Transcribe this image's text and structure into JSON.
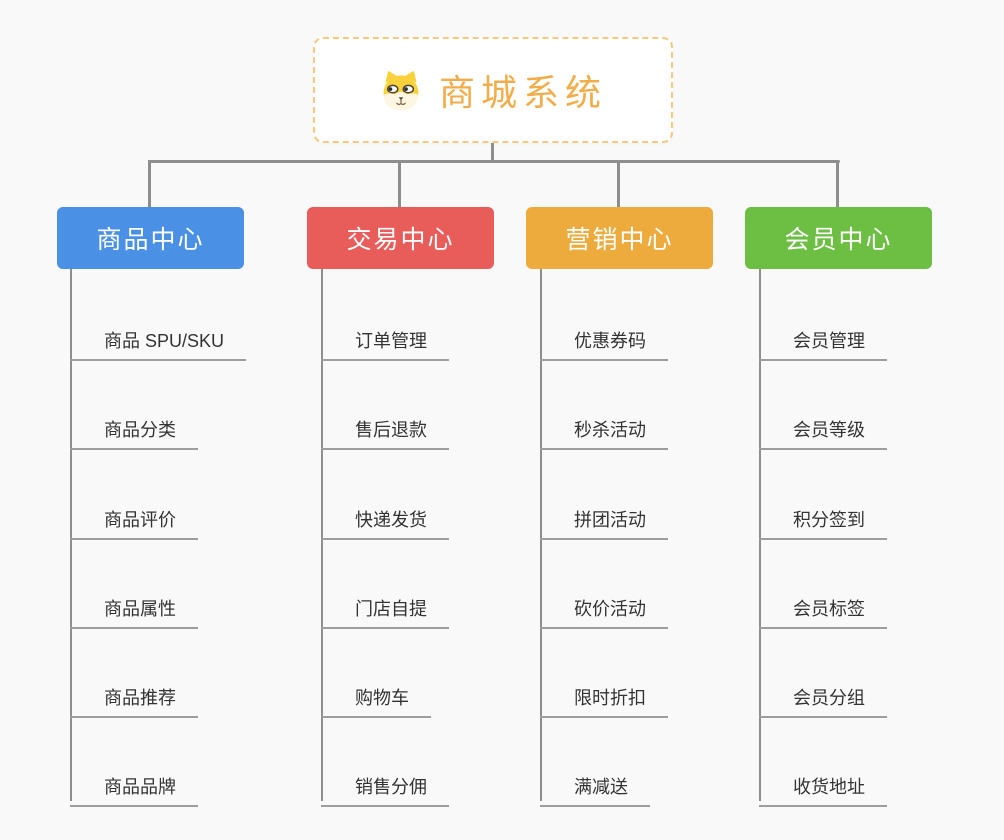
{
  "root": {
    "title": "商城系统",
    "icon": "dog-face-icon",
    "text_color": "#f2ad4a",
    "border_color": "#f6c97e"
  },
  "connector_color": "#8e8e8e",
  "background_color": "#f9f9f9",
  "branches": [
    {
      "label": "商品中心",
      "color": "#4a90e4",
      "items": [
        {
          "label": "商品 SPU/SKU"
        },
        {
          "label": "商品分类"
        },
        {
          "label": "商品评价"
        },
        {
          "label": "商品属性"
        },
        {
          "label": "商品推荐"
        },
        {
          "label": "商品品牌"
        }
      ]
    },
    {
      "label": "交易中心",
      "color": "#e85c5a",
      "items": [
        {
          "label": "订单管理"
        },
        {
          "label": "售后退款"
        },
        {
          "label": "快递发货"
        },
        {
          "label": "门店自提"
        },
        {
          "label": "购物车"
        },
        {
          "label": "销售分佣"
        }
      ]
    },
    {
      "label": "营销中心",
      "color": "#edab3e",
      "items": [
        {
          "label": "优惠券码"
        },
        {
          "label": "秒杀活动"
        },
        {
          "label": "拼团活动"
        },
        {
          "label": "砍价活动"
        },
        {
          "label": "限时折扣"
        },
        {
          "label": "满减送"
        }
      ]
    },
    {
      "label": "会员中心",
      "color": "#6cbf43",
      "items": [
        {
          "label": "会员管理"
        },
        {
          "label": "会员等级"
        },
        {
          "label": "积分签到"
        },
        {
          "label": "会员标签"
        },
        {
          "label": "会员分组"
        },
        {
          "label": "收货地址"
        }
      ]
    }
  ]
}
